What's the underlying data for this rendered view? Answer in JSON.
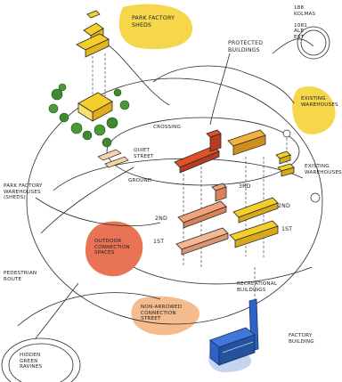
{
  "labels": {
    "park_factory_sheds": "PARK FACTORY\nSHEDS",
    "legend": "188\nKOLMAS\n\n1081\nALE\nEST",
    "protected_buildings": "PROTECTED\nBUILDINGS",
    "existing_warehouses": "EXISTING\nWAREHOUSES",
    "existing_mid_right": "EXISTING\nWAREHOUSES",
    "floor_3rd": "3RD",
    "floor_2nd_right": "2ND",
    "floor_1st_right": "1ST",
    "floor_2nd_left": "2ND",
    "floor_1st_left": "1ST",
    "park_factory_warehouses": "PARK FACTORY\nWAREHOUSES\n(SHEDS)",
    "crossing": "CROSSING",
    "quiet_street": "QUIET\nSTREET",
    "ground": "GROUND",
    "outdoor_connection": "OUTDOOR\nCONNECTION\nSPACES",
    "pedestrian_route": "PEDESTRIAN\nROUTE",
    "recreational_buildings": "RECREATIONAL\nBUILDINGS",
    "new_buildings": "NON-ARROWED\nCONNECTION\nSTREET",
    "factory_building": "FACTORY\nBUILDING",
    "hidden_green_ravines": "HIDDEN\nGREEN\nRAVINES"
  },
  "colors": {
    "yellow": "#f4cf2a",
    "orange": "#e8993a",
    "red": "#e2502a",
    "salmon": "#f0a27a",
    "blue": "#2d63c6",
    "green": "#3f8a2e",
    "ink": "#2a2a2a"
  }
}
